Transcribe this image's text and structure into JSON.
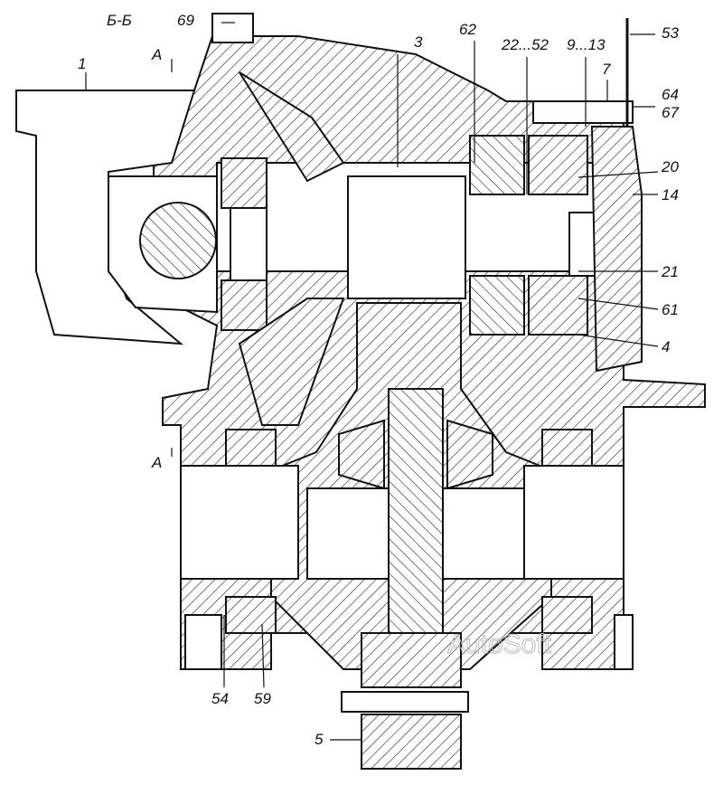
{
  "drawing": {
    "section_label": "Б-Б",
    "section_marker_top": "А",
    "section_marker_bottom": "А",
    "watermark": "AutoSoft",
    "callouts": [
      "69",
      "1",
      "3",
      "62",
      "22...52",
      "9...13",
      "7",
      "53",
      "64",
      "67",
      "20",
      "14",
      "21",
      "61",
      "4",
      "54",
      "59",
      "5"
    ]
  }
}
